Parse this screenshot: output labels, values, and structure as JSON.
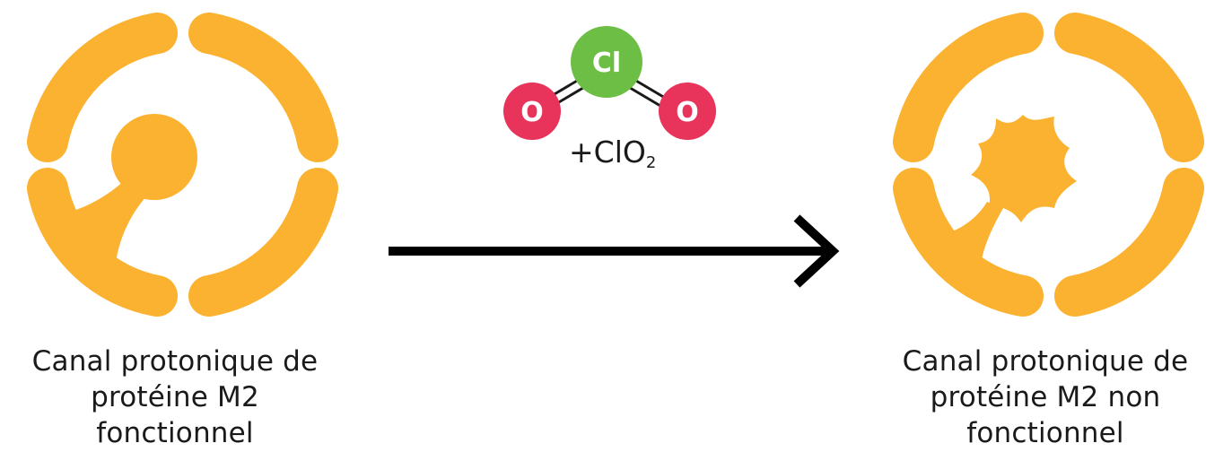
{
  "left_channel": {
    "caption_line1": "Canal protonique de",
    "caption_line2": "protéine M2 fonctionnel"
  },
  "right_channel": {
    "caption_line1": "Canal protonique de",
    "caption_line2": "protéine M2 non fonctionnel"
  },
  "molecule": {
    "center_atom": "Cl",
    "left_atom": "O",
    "right_atom": "O",
    "formula_prefix": "+ClO",
    "formula_subscript": "2"
  },
  "colors": {
    "channel": "#FBB231",
    "chlorine": "#6DBE45",
    "oxygen": "#E8335A",
    "arrow": "#000000"
  }
}
